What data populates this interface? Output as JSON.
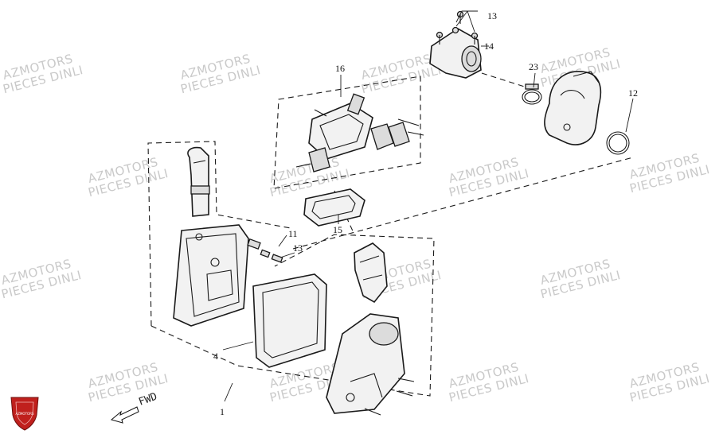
{
  "watermark": {
    "line1": "AZMOTORS",
    "line2": "PIECES DINLI"
  },
  "logo": {
    "text": "AZMOTORS",
    "color": "#c0201d"
  },
  "direction_label": "FWD",
  "callouts": {
    "c1": "1",
    "c4": "4",
    "c11": "11",
    "c12": "12",
    "c13a": "13",
    "c13b": "13",
    "c14": "14",
    "c15": "15",
    "c16": "16",
    "c23": "23"
  }
}
